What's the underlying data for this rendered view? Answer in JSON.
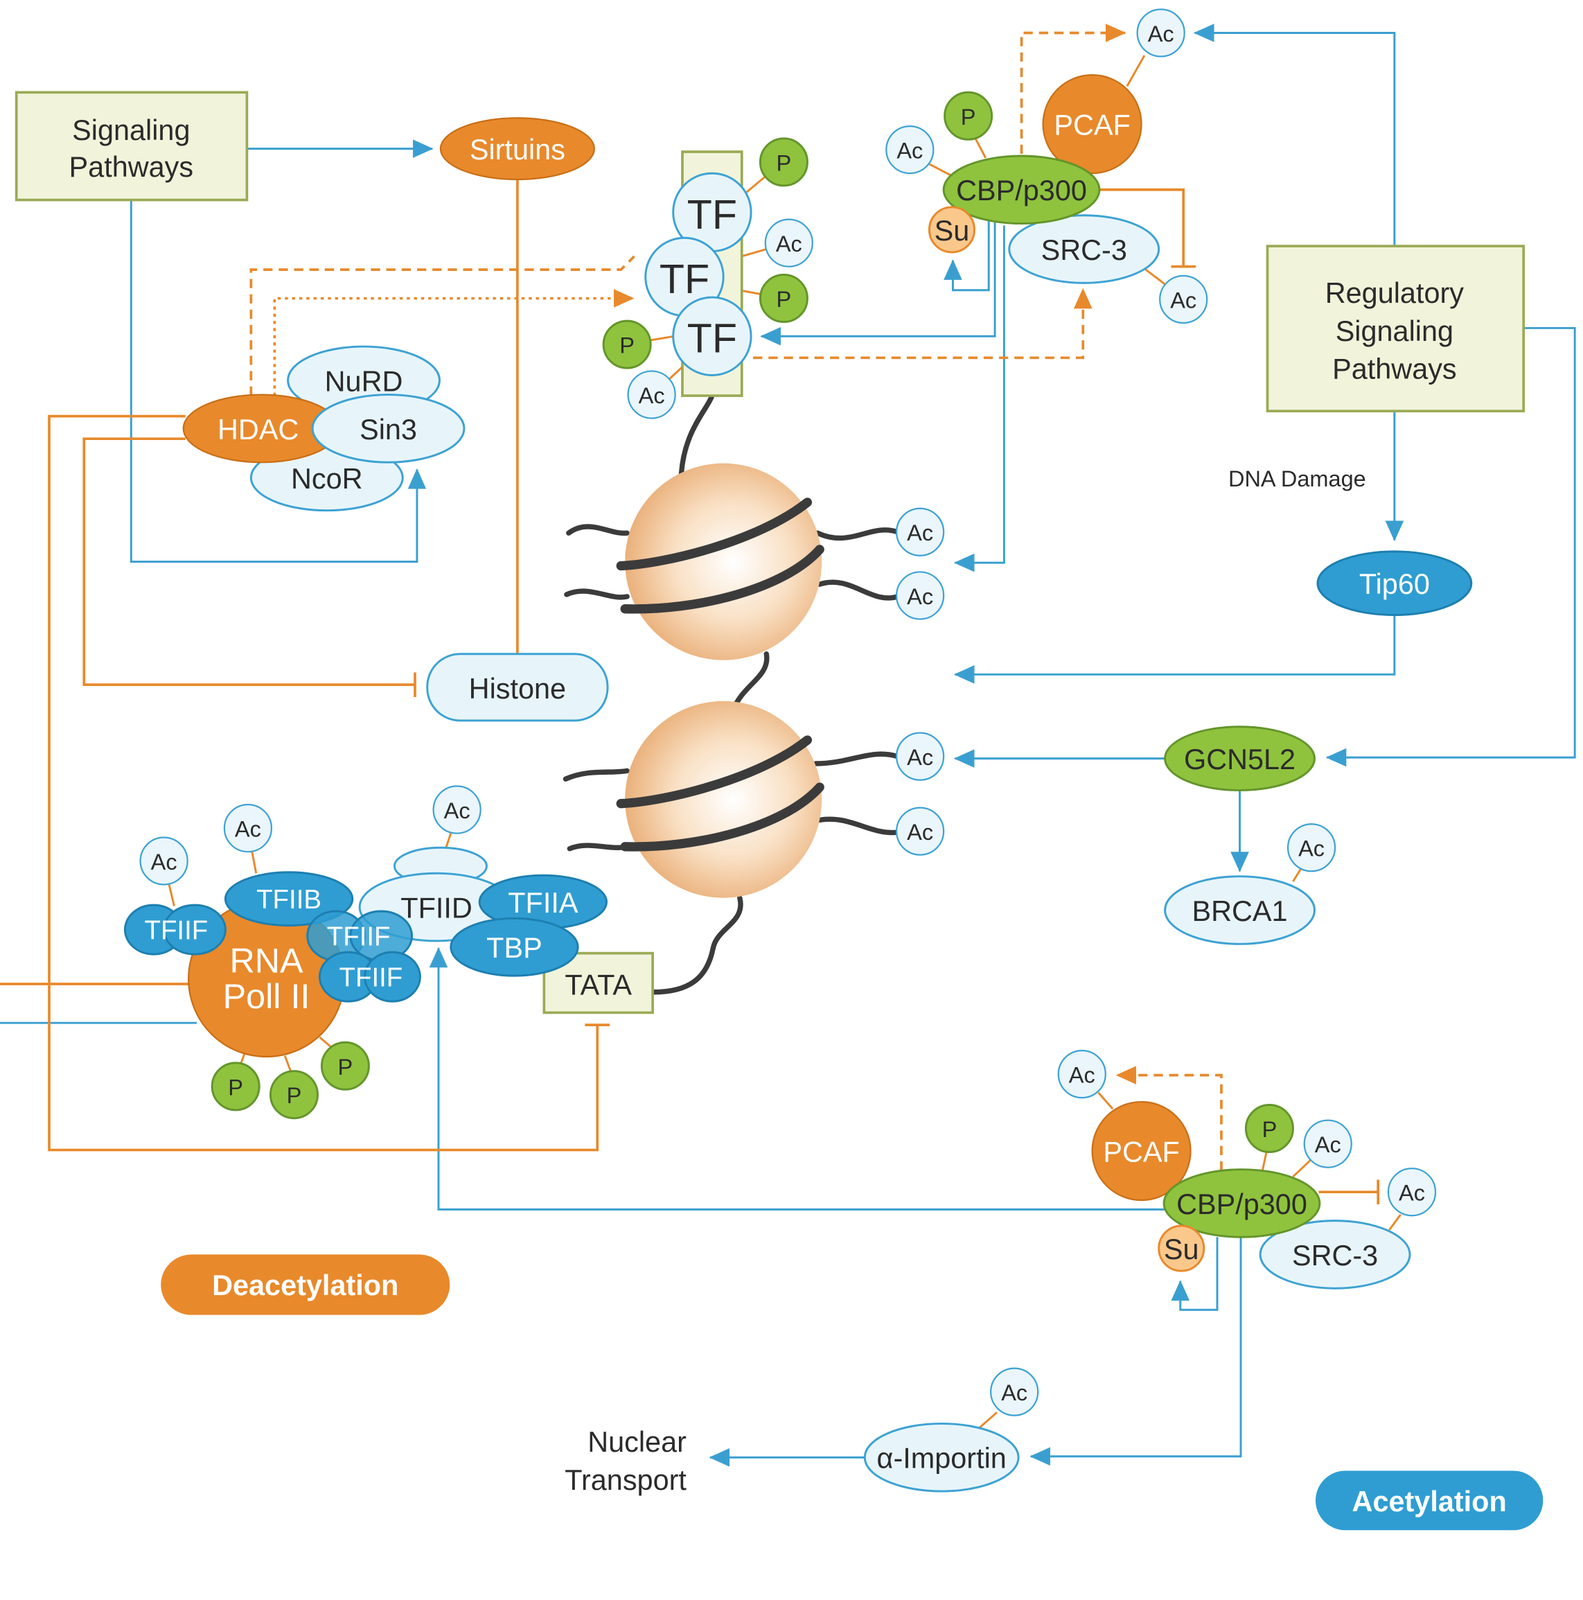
{
  "signaling_pathways": {
    "line1": "Signaling",
    "line2": "Pathways"
  },
  "sirtuins": "Sirtuins",
  "hdac_complex": {
    "nurd": "NuRD",
    "hdac": "HDAC",
    "sin3": "Sin3",
    "ncor": "NcoR"
  },
  "histone": "Histone",
  "tf": "TF",
  "marks": {
    "ac": "Ac",
    "p": "P",
    "su": "Su"
  },
  "cbp_complex": {
    "cbp": "CBP/p300",
    "pcaf": "PCAF",
    "src3": "SRC-3"
  },
  "regulatory_signaling_pathways": {
    "line1": "Regulatory",
    "line2": "Signaling",
    "line3": "Pathways"
  },
  "dna_damage": "DNA Damage",
  "tip60": "Tip60",
  "gcn5l2": "GCN5L2",
  "brca1": "BRCA1",
  "transcription_complex": {
    "rna_pol_line1": "RNA",
    "rna_pol_line2": "Poll II",
    "tfiib": "TFIIB",
    "tfiif": "TFIIF",
    "tfiid": "TFIID",
    "tfiia": "TFIIA",
    "tbp": "TBP",
    "tata": "TATA"
  },
  "alpha_importin": "α-Importin",
  "nuclear_transport": {
    "line1": "Nuclear",
    "line2": "Transport"
  },
  "legend": {
    "deacetylation": "Deacetylation",
    "acetylation": "Acetylation"
  },
  "colors": {
    "deacetylation_orange": "#e8892b",
    "acetylation_blue": "#2f9dd2",
    "phosphorylation_green": "#8fc33e",
    "sumoylation_peach": "#fbc88c",
    "signaling_box": "#f1f4da"
  }
}
